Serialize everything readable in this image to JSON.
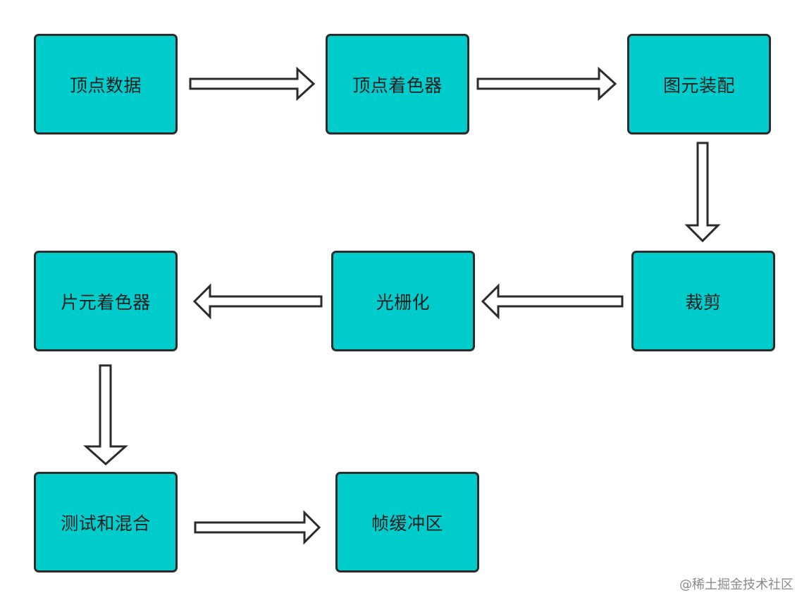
{
  "diagram": {
    "nodes": [
      {
        "id": "n1",
        "label": "顶点数据"
      },
      {
        "id": "n2",
        "label": "顶点着色器"
      },
      {
        "id": "n3",
        "label": "图元装配"
      },
      {
        "id": "n4",
        "label": "裁剪"
      },
      {
        "id": "n5",
        "label": "光栅化"
      },
      {
        "id": "n6",
        "label": "片元着色器"
      },
      {
        "id": "n7",
        "label": "测试和混合"
      },
      {
        "id": "n8",
        "label": "帧缓冲区"
      }
    ],
    "edges": [
      {
        "from": "n1",
        "to": "n2"
      },
      {
        "from": "n2",
        "to": "n3"
      },
      {
        "from": "n3",
        "to": "n4"
      },
      {
        "from": "n4",
        "to": "n5"
      },
      {
        "from": "n5",
        "to": "n6"
      },
      {
        "from": "n6",
        "to": "n7"
      },
      {
        "from": "n7",
        "to": "n8"
      }
    ],
    "colors": {
      "node_fill": "#00cccc",
      "node_border": "#2b2b2b",
      "arrow_fill": "#ffffff"
    }
  },
  "watermark": "@稀土掘金技术社区"
}
